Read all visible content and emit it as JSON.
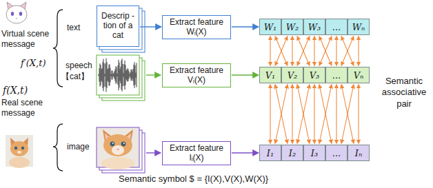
{
  "diagram": {
    "nodes": [
      {
        "text": [
          "Descrip -tion of a cat"
        ]
      },
      {
        "text": [
          "Extract feature Wᵢ(X)"
        ]
      },
      {
        "text": [
          "Extract feature Vᵢ(X)"
        ]
      },
      {
        "text": [
          "Extract feature Iᵢ(X)"
        ]
      },
      {
        "text": [
          "W₁"
        ]
      },
      {
        "text": [
          "W₂"
        ]
      },
      {
        "text": [
          "W₃"
        ]
      },
      {
        "text": [
          "..."
        ]
      },
      {
        "text": [
          "Wₙ"
        ]
      },
      {
        "text": [
          "V₁"
        ]
      },
      {
        "text": [
          "V₂"
        ]
      },
      {
        "text": [
          "V₃"
        ]
      },
      {
        "text": [
          "..."
        ]
      },
      {
        "text": [
          "Vₙ"
        ]
      },
      {
        "text": [
          "I₁"
        ]
      },
      {
        "text": [
          "I₂"
        ]
      },
      {
        "text": [
          "I₃"
        ]
      },
      {
        "text": [
          "..."
        ]
      },
      {
        "text": [
          "Iₙ"
        ]
      }
    ],
    "edges": [
      {
        "from": 0,
        "to": 1,
        "arrow": "to"
      },
      {
        "from": 1,
        "to": 4,
        "arrow": "to"
      },
      {
        "from": 2,
        "to": 9,
        "arrow": "to"
      },
      {
        "from": 3,
        "to": 14,
        "arrow": "to"
      },
      {
        "from": 4,
        "to": 9,
        "arrow": "both"
      },
      {
        "from": 5,
        "to": 10,
        "arrow": "both"
      },
      {
        "from": 6,
        "to": 11,
        "arrow": "both"
      },
      {
        "from": 7,
        "to": 12,
        "arrow": "both"
      },
      {
        "from": 8,
        "to": 13,
        "arrow": "both"
      },
      {
        "from": 9,
        "to": 14,
        "arrow": "both"
      },
      {
        "from": 10,
        "to": 15,
        "arrow": "both"
      },
      {
        "from": 11,
        "to": 16,
        "arrow": "both"
      },
      {
        "from": 12,
        "to": 17,
        "arrow": "both"
      },
      {
        "from": 13,
        "to": 18,
        "arrow": "both"
      },
      {
        "from": 4,
        "to": 10,
        "arrow": "both"
      },
      {
        "from": 5,
        "to": 9,
        "arrow": "both"
      },
      {
        "from": 5,
        "to": 11,
        "arrow": "both"
      },
      {
        "from": 6,
        "to": 10,
        "arrow": "both"
      },
      {
        "from": 6,
        "to": 12,
        "arrow": "both"
      },
      {
        "from": 7,
        "to": 11,
        "arrow": "both"
      },
      {
        "from": 7,
        "to": 13,
        "arrow": "both"
      },
      {
        "from": 8,
        "to": 12,
        "arrow": "both"
      },
      {
        "from": 9,
        "to": 15,
        "arrow": "both"
      },
      {
        "from": 10,
        "to": 14,
        "arrow": "both"
      },
      {
        "from": 10,
        "to": 16,
        "arrow": "both"
      },
      {
        "from": 11,
        "to": 15,
        "arrow": "both"
      },
      {
        "from": 11,
        "to": 17,
        "arrow": "both"
      },
      {
        "from": 12,
        "to": 16,
        "arrow": "both"
      },
      {
        "from": 12,
        "to": 18,
        "arrow": "both"
      },
      {
        "from": 13,
        "to": 17,
        "arrow": "both"
      }
    ],
    "labels": [
      "Virtual scene message",
      "f′(X,t)",
      "text",
      "speech",
      "【cat】",
      "f(X,t)",
      "Real scene message",
      "image",
      "Semantic associative pair",
      "Semantic symbol $ = {I(X),V(X),W(X)}"
    ]
  }
}
